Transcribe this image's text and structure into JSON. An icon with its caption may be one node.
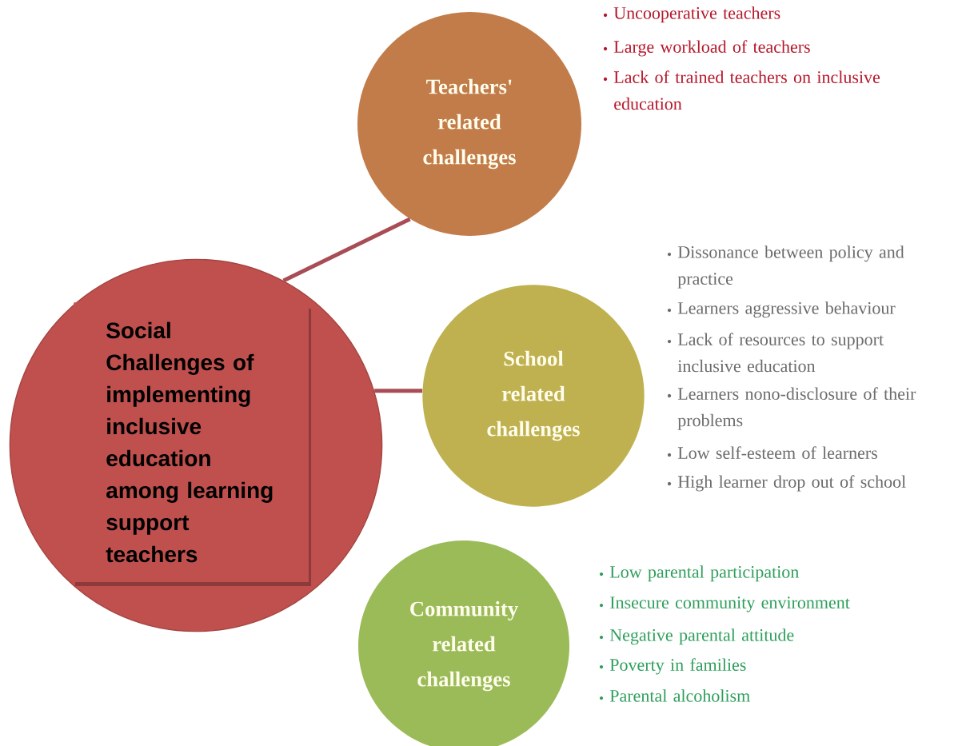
{
  "diagram": {
    "nodes": [
      {
        "text": [],
        "shape": "circle"
      },
      {
        "text": [
          "Social Challenges of implementing inclusive education among learning support teachers"
        ],
        "in": 0
      },
      {
        "text": [
          "Teachers' related challenges"
        ],
        "beside": [
          "Uncooperative teachers",
          "Large workload of teachers",
          "Lack of trained teachers on inclusive education"
        ]
      },
      {
        "text": [
          "School related challenges"
        ],
        "beside": [
          "Dissonance between policy and practice",
          "Learners aggressive behaviour",
          "Lack of resources to support inclusive education",
          "Learners nono-disclosure of their problems",
          "Low self-esteem of learners",
          "High learner drop out of school"
        ]
      },
      {
        "text": [
          "Community related challenges"
        ],
        "beside": [
          "Low parental participation",
          "Insecure community environment",
          "Negative parental attitude",
          "Poverty in families",
          "Parental alcoholism"
        ]
      }
    ],
    "edges": [
      {
        "from": 0,
        "to": 2,
        "arrow": "none"
      },
      {
        "from": 0,
        "to": 3,
        "arrow": "none"
      }
    ]
  }
}
